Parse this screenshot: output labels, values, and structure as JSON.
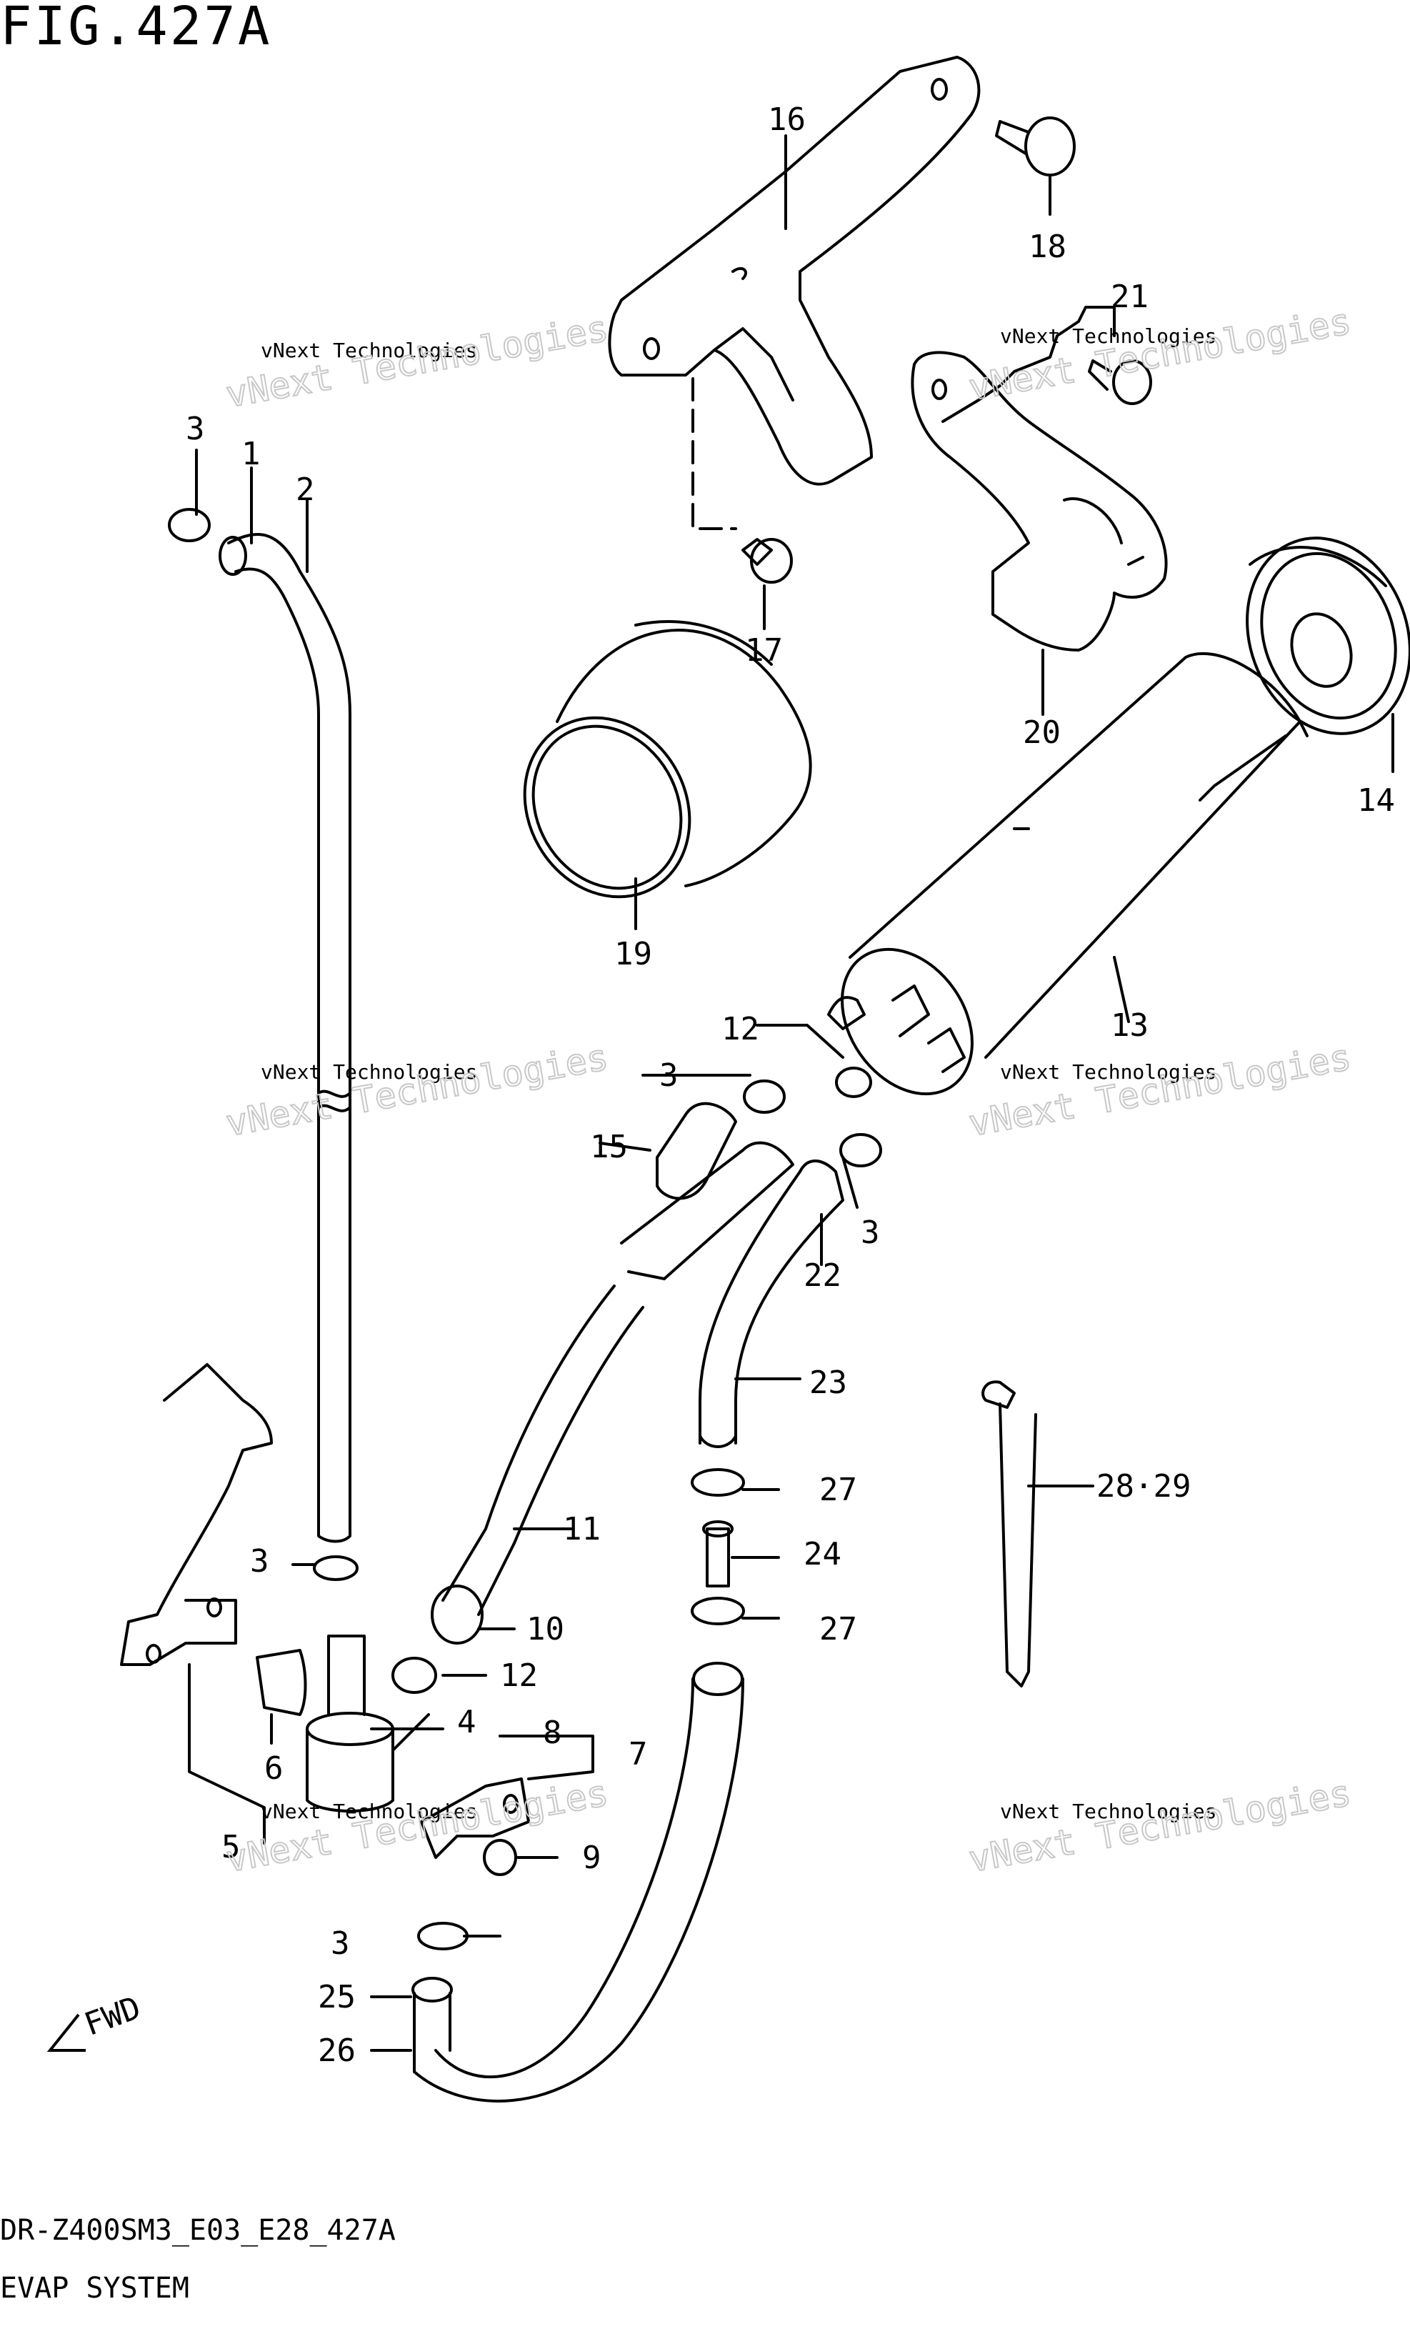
{
  "figure": {
    "title": "FIG.427A",
    "model_code": "DR-Z400SM3_E03_E28_427A",
    "system_name": "EVAP SYSTEM"
  },
  "watermark": {
    "line1": "vNext Technologies",
    "line2": "vNext Technologies"
  },
  "fwd_label": "FWD",
  "callouts": [
    "1",
    "2",
    "3",
    "4",
    "5",
    "6",
    "7",
    "8",
    "9",
    "10",
    "11",
    "12",
    "13",
    "14",
    "15",
    "16",
    "17",
    "18",
    "19",
    "20",
    "21",
    "22",
    "23",
    "24",
    "25",
    "26",
    "27",
    "28·29"
  ],
  "colors": {
    "ink": "#000000",
    "watermark": "#c8c8c8",
    "paper": "#ffffff"
  }
}
